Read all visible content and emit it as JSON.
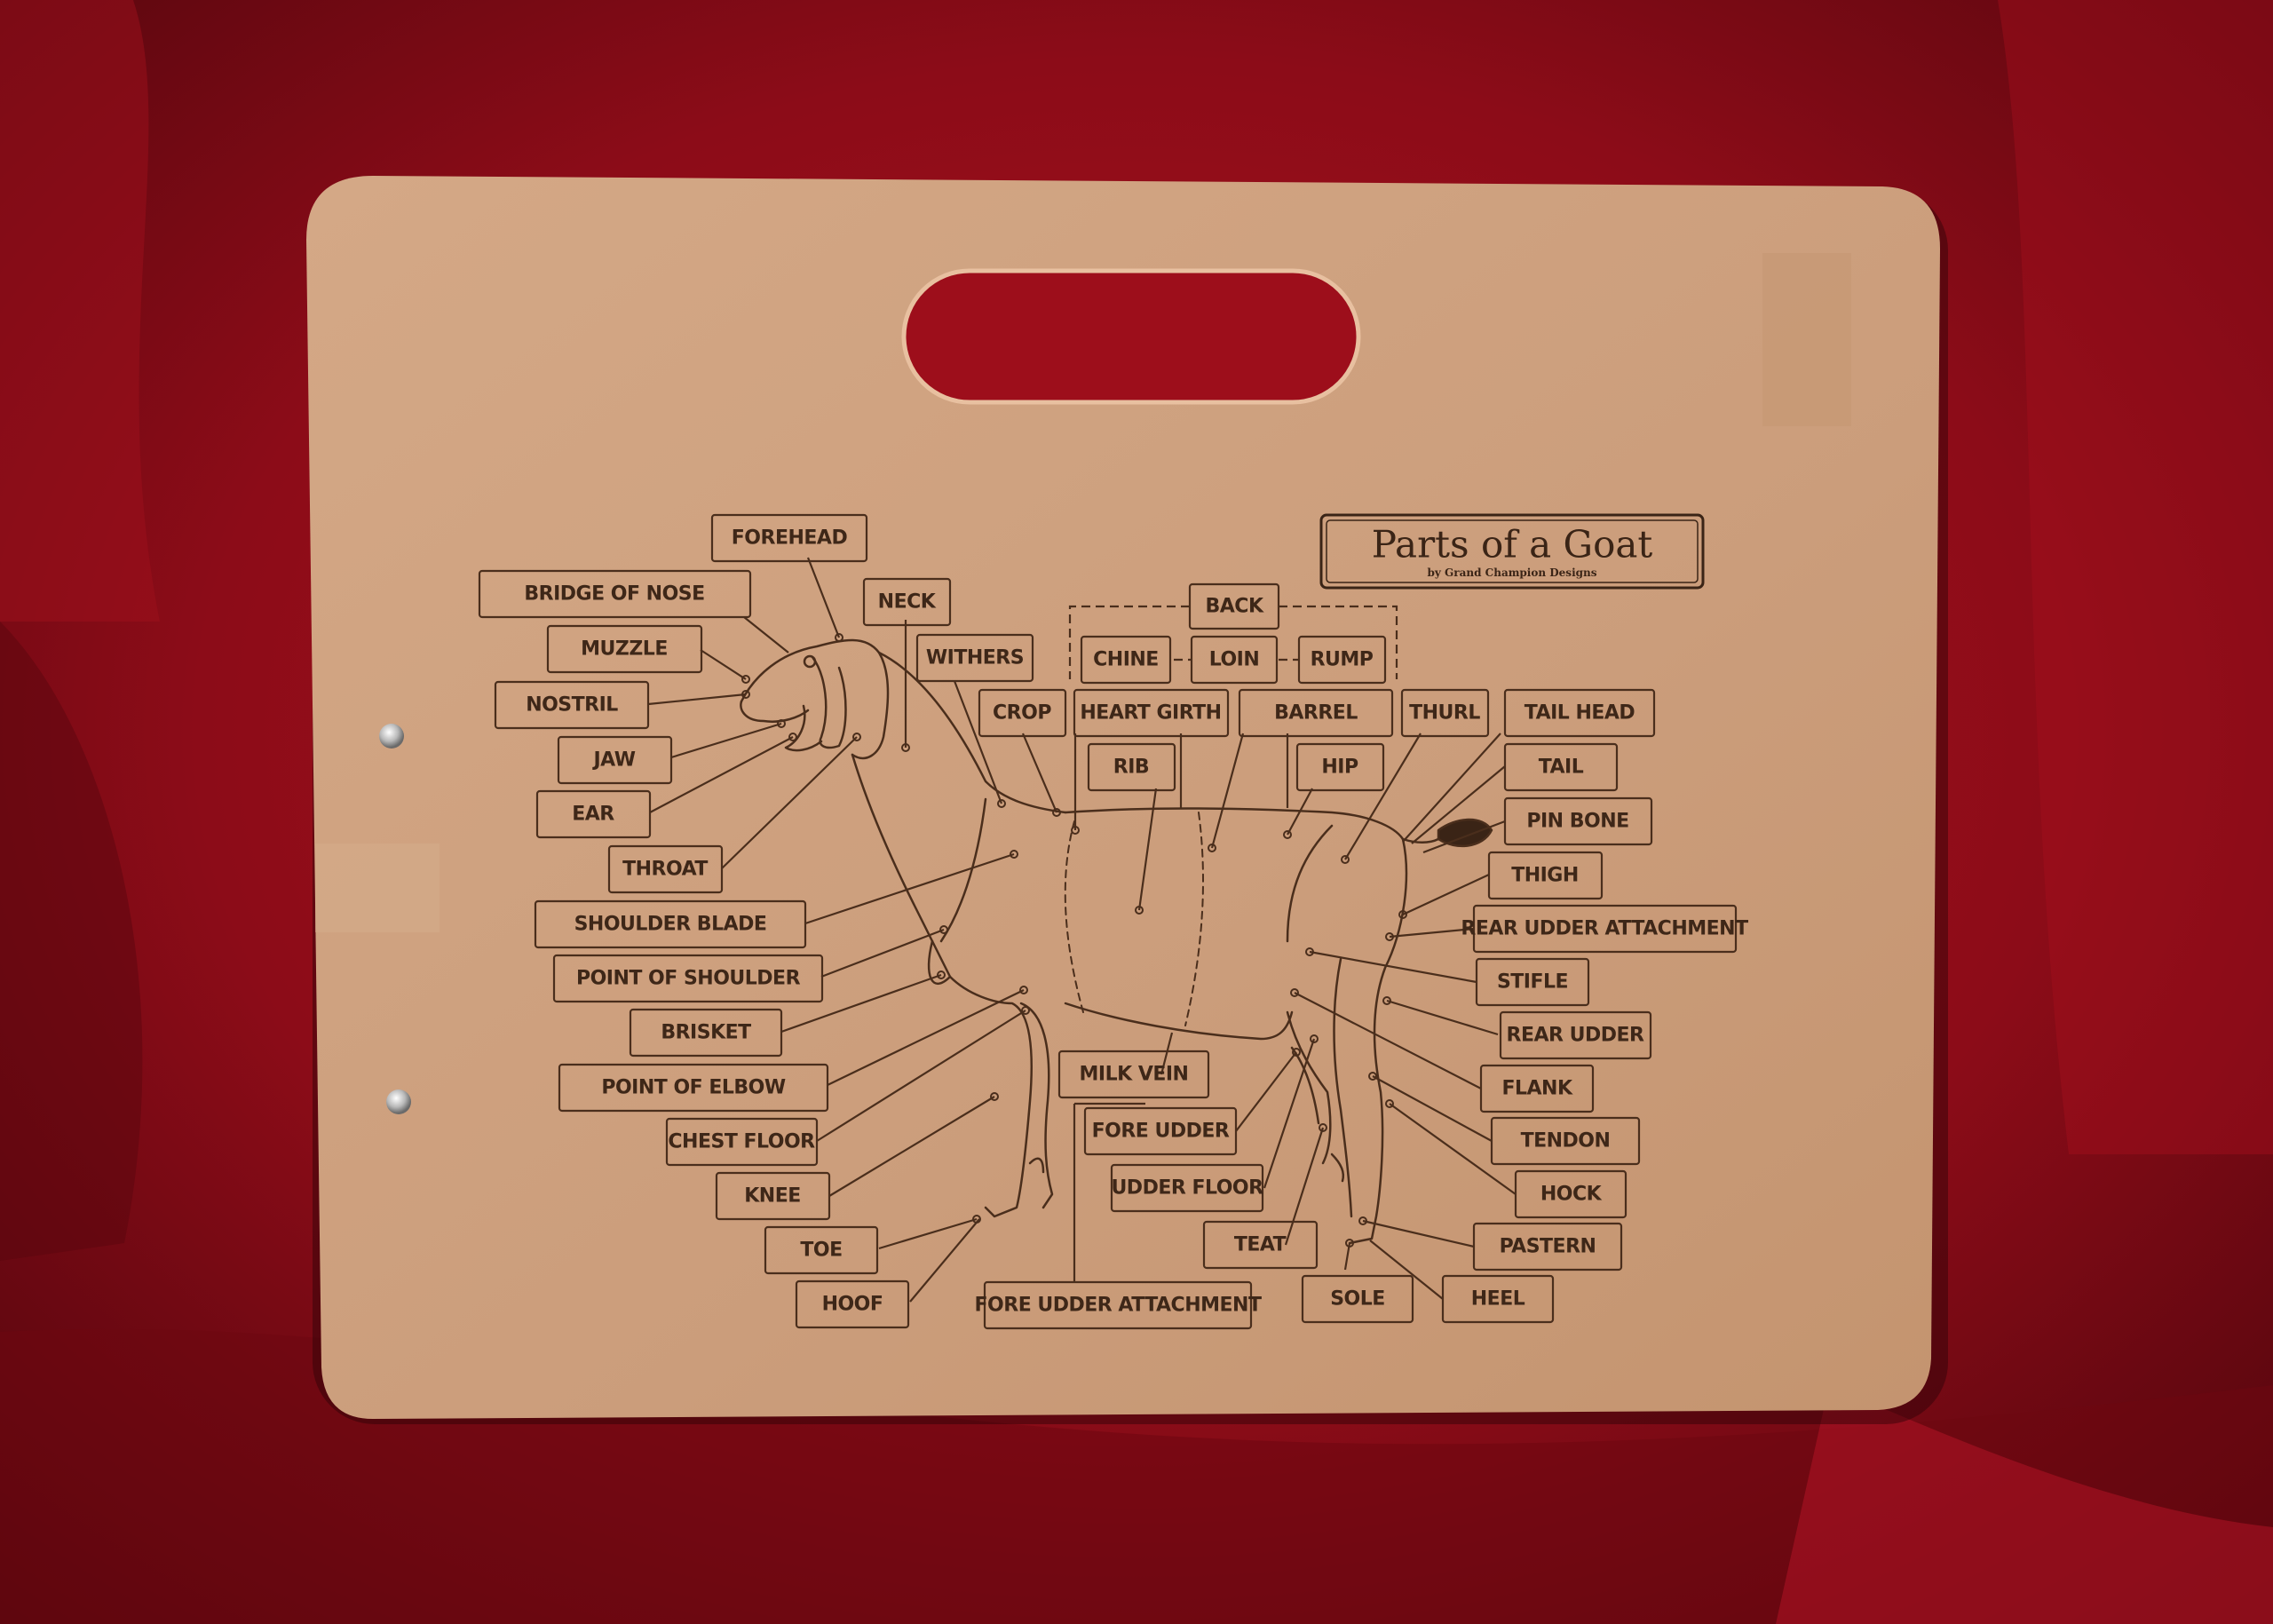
{
  "board": {
    "title": "Parts of a Goat",
    "subtitle": "by Grand Champion Designs"
  },
  "labels": {
    "forehead": "FOREHEAD",
    "bridge_of_nose": "BRIDGE OF NOSE",
    "muzzle": "MUZZLE",
    "nostril": "NOSTRIL",
    "jaw": "JAW",
    "ear": "EAR",
    "throat": "THROAT",
    "shoulder_blade": "SHOULDER BLADE",
    "point_of_shoulder": "POINT OF SHOULDER",
    "brisket": "BRISKET",
    "point_of_elbow": "POINT OF ELBOW",
    "chest_floor": "CHEST FLOOR",
    "knee": "KNEE",
    "toe": "TOE",
    "hoof": "HOOF",
    "neck": "NECK",
    "withers": "WITHERS",
    "crop": "CROP",
    "back": "BACK",
    "chine": "CHINE",
    "loin": "LOIN",
    "rump": "RUMP",
    "heart_girth": "HEART GIRTH",
    "barrel": "BARREL",
    "rib": "RIB",
    "hip": "HIP",
    "thurl": "THURL",
    "tail_head": "TAIL HEAD",
    "tail": "TAIL",
    "pin_bone": "PIN BONE",
    "thigh": "THIGH",
    "rear_udder_attachment": "REAR UDDER ATTACHMENT",
    "stifle": "STIFLE",
    "rear_udder": "REAR UDDER",
    "flank": "FLANK",
    "tendon": "TENDON",
    "hock": "HOCK",
    "pastern": "PASTERN",
    "heel": "HEEL",
    "sole": "SOLE",
    "teat": "TEAT",
    "udder_floor": "UDDER FLOOR",
    "fore_udder": "FORE UDDER",
    "milk_vein": "MILK VEIN",
    "fore_udder_attachment": "FORE UDDER ATTACHMENT"
  },
  "colors": {
    "fabric": "#8c0d18",
    "board": "#cc9e7c",
    "engraving": "#3e2718"
  }
}
